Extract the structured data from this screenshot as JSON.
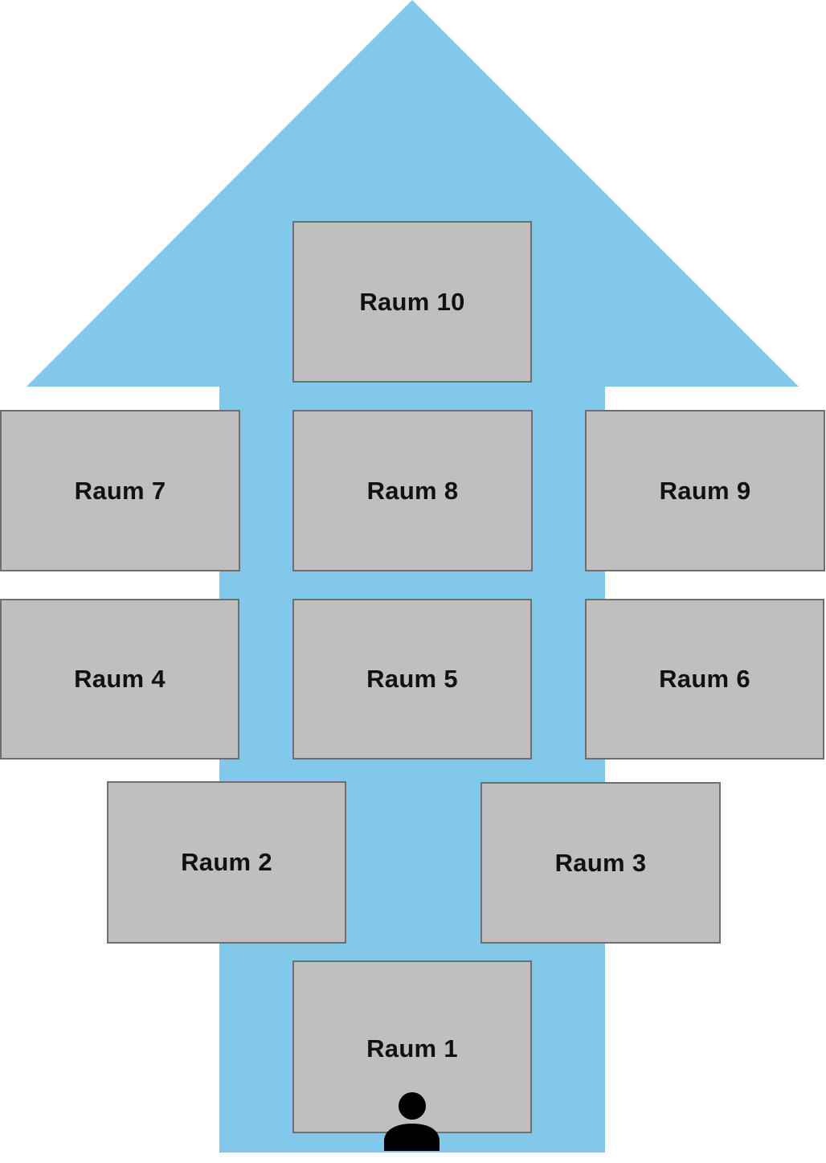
{
  "colors": {
    "arrow": "#82c8ea",
    "room_fill": "#bfbfbf",
    "room_border": "#6f6f6f",
    "text": "#111111",
    "person": "#000000"
  },
  "rooms": {
    "r1": "Raum 1",
    "r2": "Raum 2",
    "r3": "Raum 3",
    "r4": "Raum 4",
    "r5": "Raum 5",
    "r6": "Raum 6",
    "r7": "Raum 7",
    "r8": "Raum 8",
    "r9": "Raum 9",
    "r10": "Raum 10"
  },
  "icons": {
    "person": "person-icon",
    "arrow": "up-arrow-icon"
  }
}
